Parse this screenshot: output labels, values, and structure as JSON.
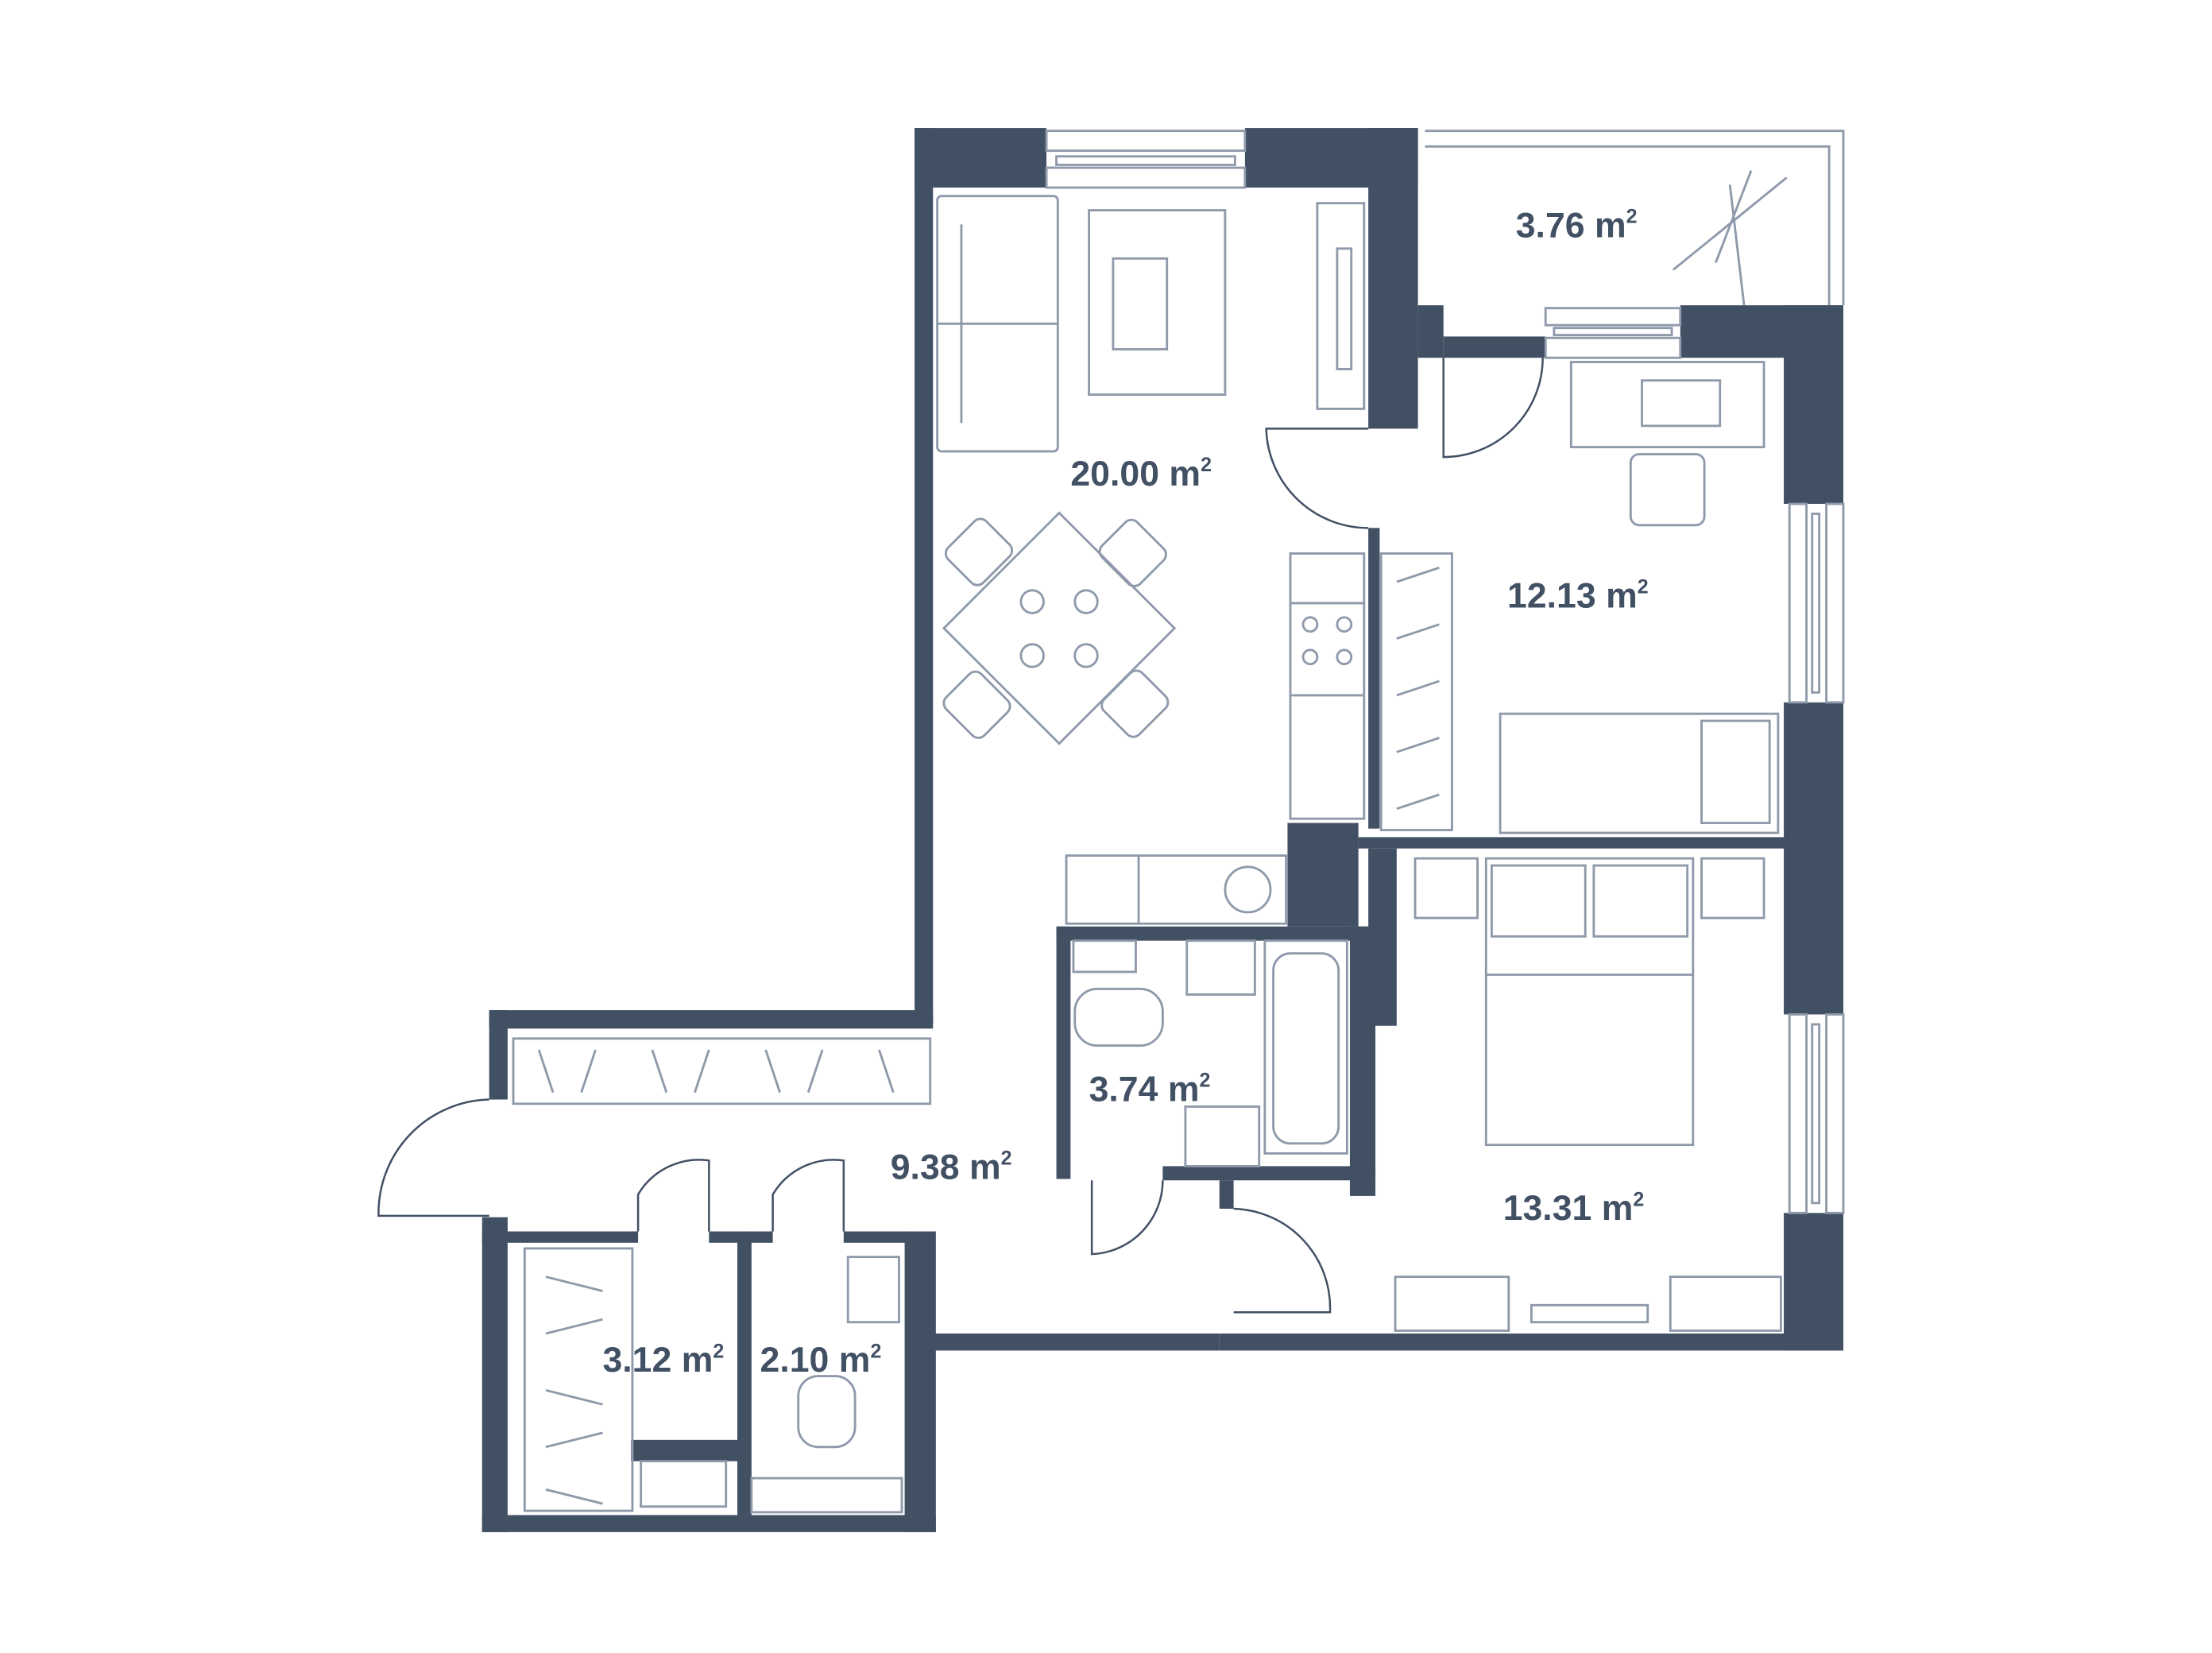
{
  "floor_plan": {
    "colors": {
      "wall": "#425064",
      "furniture": "#8e99aa",
      "background": "#ffffff"
    },
    "unit": "m",
    "unit_superscript": "2",
    "rooms": [
      {
        "id": "living-kitchen",
        "area": "20.00"
      },
      {
        "id": "balcony",
        "area": "3.76"
      },
      {
        "id": "bedroom-small",
        "area": "12.13"
      },
      {
        "id": "bedroom-large",
        "area": "13.31"
      },
      {
        "id": "bathroom",
        "area": "3.74"
      },
      {
        "id": "hallway",
        "area": "9.38"
      },
      {
        "id": "wardrobe",
        "area": "3.12"
      },
      {
        "id": "toilet",
        "area": "2.10"
      }
    ]
  }
}
